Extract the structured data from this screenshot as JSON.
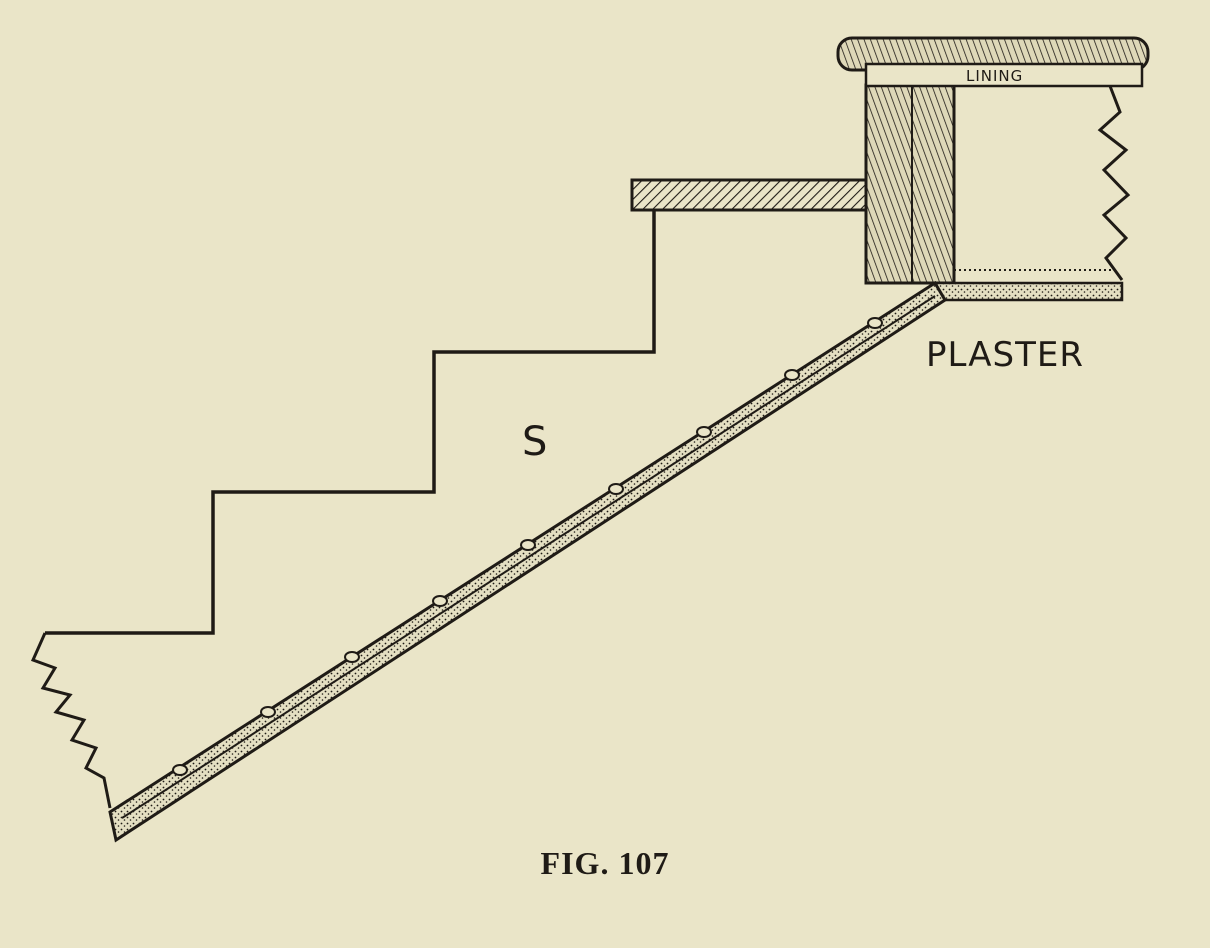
{
  "figure": {
    "caption": "FIG. 107",
    "labels": {
      "stair": "S",
      "plaster": "PLASTER",
      "lining": "LINING"
    },
    "ink_color": "#1f1b16",
    "paper_color": "#eae5c8"
  }
}
